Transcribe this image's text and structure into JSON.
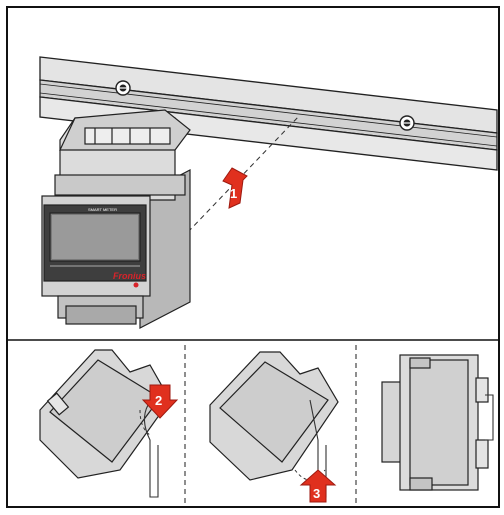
{
  "figure": {
    "type": "installation-diagram",
    "brand_logo_text": "Fronius",
    "device_label": "SMART METER",
    "colors": {
      "frame": "#111111",
      "device_body": "#d9d9d9",
      "device_shade": "#b5b5b5",
      "device_dark": "#8e8e8e",
      "display": "#4a4a4a",
      "rail": "#e2e2e2",
      "arrow_red": "#e0301e",
      "arrow_dark": "#9e1a10",
      "logo_red": "#d8232a"
    }
  },
  "steps": [
    {
      "number": "1",
      "description_icon": "red-arrow-up"
    },
    {
      "number": "2",
      "description_icon": "red-arrow-down"
    },
    {
      "number": "3",
      "description_icon": "red-arrow-up"
    }
  ]
}
